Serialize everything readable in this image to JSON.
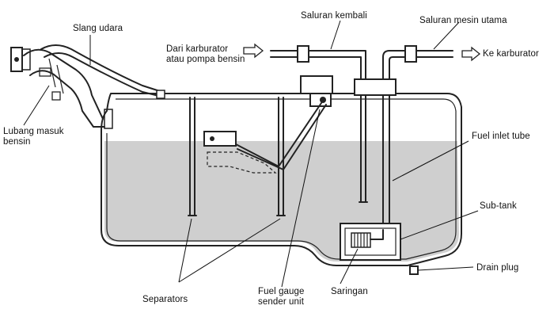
{
  "labels": {
    "air_hose": "Slang udara",
    "fuel_filler": [
      "Lubang masuk",
      "bensin"
    ],
    "return_line": "Saluran kembali",
    "main_line": "Saluran mesin utama",
    "from_carburetor": [
      "Dari karburator",
      "atau pompa bensin"
    ],
    "to_carburetor": "Ke karburator",
    "fuel_inlet_tube": "Fuel inlet tube",
    "sub_tank": "Sub-tank",
    "drain_plug": "Drain plug",
    "separators": "Separators",
    "fuel_gauge_sender": [
      "Fuel gauge",
      "sender unit"
    ],
    "strainer": "Saringan"
  },
  "colors": {
    "line": "#222222",
    "fuel": "#cfcfcf",
    "background": "#ffffff"
  }
}
